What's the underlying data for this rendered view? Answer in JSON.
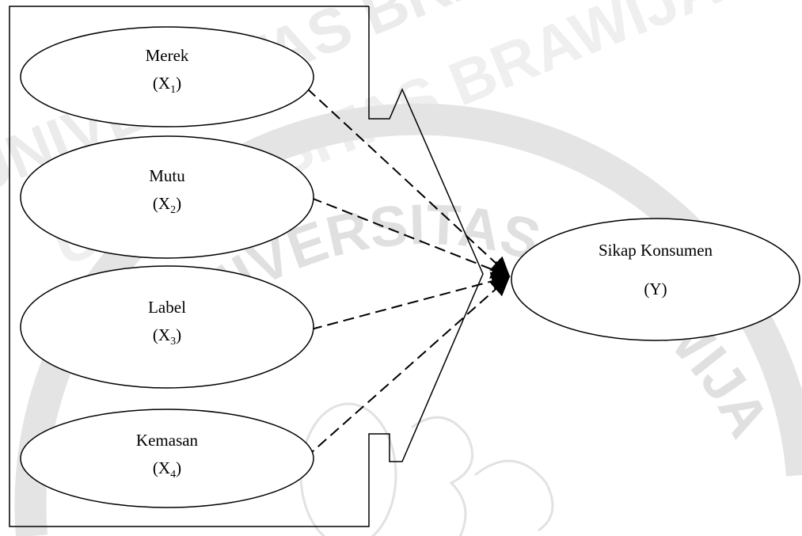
{
  "colors": {
    "stroke": "#000000",
    "fill": "#ffffff",
    "watermark": "#d9d9d9"
  },
  "watermark": {
    "line1": "UNIVERSITAS BRAWIJAYA",
    "arc": "UNIVERSITAS BRAWIJAYA"
  },
  "nodes": [
    {
      "id": "x1",
      "name": "Merek",
      "sym": "X",
      "sub": "1"
    },
    {
      "id": "x2",
      "name": "Mutu",
      "sym": "X",
      "sub": "2"
    },
    {
      "id": "x3",
      "name": "Label",
      "sym": "X",
      "sub": "3"
    },
    {
      "id": "x4",
      "name": "Kemasan",
      "sym": "X",
      "sub": "4"
    }
  ],
  "target": {
    "id": "y",
    "name": "Sikap Konsumen",
    "symbol": "(Y)"
  }
}
